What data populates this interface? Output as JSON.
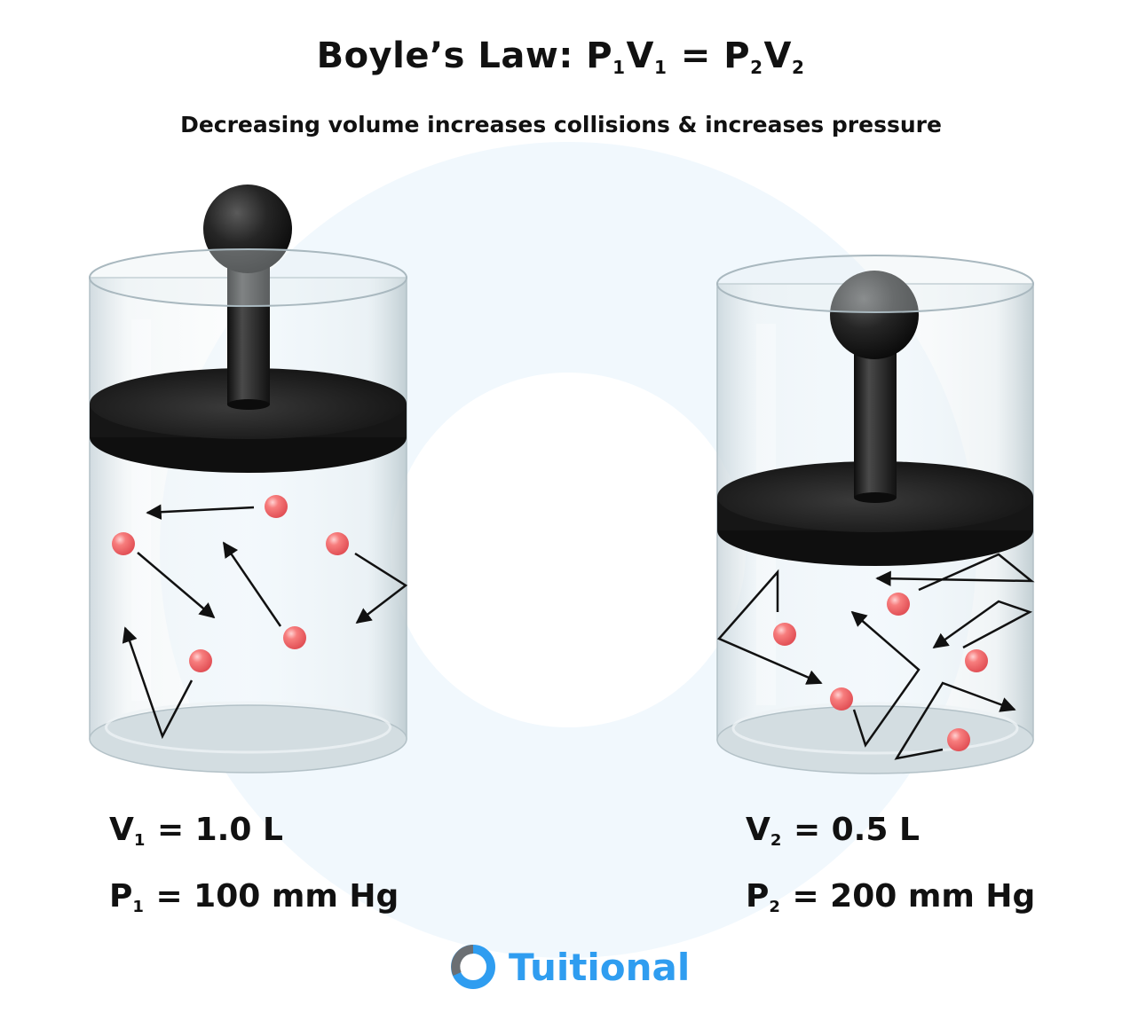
{
  "title": {
    "prefix": "Boyle’s Law: ",
    "p": "P",
    "one": "1",
    "v": "V",
    "eq": " = ",
    "two": "2"
  },
  "subtitle": "Decreasing volume increases collisions & increases pressure",
  "left_state": {
    "v_sym": "V",
    "sub": "1",
    "v_value": " = 1.0 L",
    "p_sym": "P",
    "p_value": " = 100 mm Hg"
  },
  "right_state": {
    "v_sym": "V",
    "sub": "2",
    "v_value": " = 0.5 L",
    "p_sym": "P",
    "p_value": " = 200 mm Hg"
  },
  "brand": {
    "name": "Tuitional",
    "color": "#2f9df0"
  },
  "colors": {
    "piston": "#1c1c1c",
    "molecule": "#f26a6a",
    "glass": "#dfe8ec",
    "brand_ring": "#2f9df0",
    "background_ring": "#eef7fd"
  }
}
